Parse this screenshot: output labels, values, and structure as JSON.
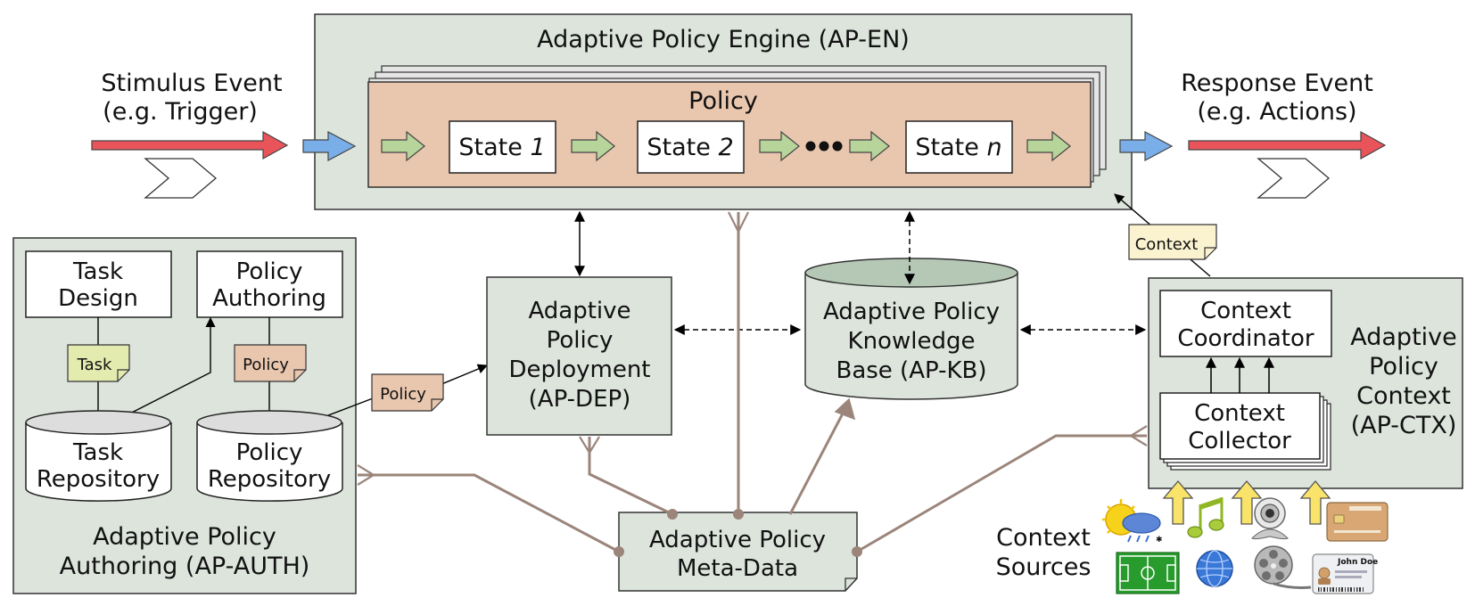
{
  "engine": {
    "title": "Adaptive Policy Engine (AP-EN)",
    "policy_label": "Policy",
    "states": [
      {
        "prefix": "State ",
        "index": "1"
      },
      {
        "prefix": "State ",
        "index": "2"
      },
      {
        "prefix": "State ",
        "index": "n"
      }
    ]
  },
  "stimulus": {
    "line1": "Stimulus Event",
    "line2": "(e.g. Trigger)"
  },
  "response": {
    "line1": "Response Event",
    "line2": "(e.g. Actions)"
  },
  "authoring": {
    "title_line1": "Adaptive Policy",
    "title_line2": "Authoring (AP-AUTH)",
    "task_design": [
      "Task",
      "Design"
    ],
    "policy_authoring": [
      "Policy",
      "Authoring"
    ],
    "task_note": "Task",
    "policy_note": "Policy",
    "task_repo": [
      "Task",
      "Repository"
    ],
    "policy_repo": [
      "Policy",
      "Repository"
    ]
  },
  "policy_note_floating": "Policy",
  "deployment": {
    "lines": [
      "Adaptive",
      "Policy",
      "Deployment",
      "(AP-DEP)"
    ]
  },
  "knowledge_base": {
    "lines": [
      "Adaptive Policy",
      "Knowledge",
      "Base (AP-KB)"
    ]
  },
  "context_note": "Context",
  "context": {
    "coordinator": [
      "Context",
      "Coordinator"
    ],
    "collector": [
      "Context",
      "Collector"
    ],
    "title_lines": [
      "Adaptive",
      "Policy",
      "Context",
      "(AP-CTX)"
    ]
  },
  "metadata": {
    "lines": [
      "Adaptive Policy",
      "Meta-Data"
    ]
  },
  "context_sources": {
    "lines": [
      "Context",
      "Sources"
    ],
    "icons": [
      "weather-icon",
      "music-icon",
      "webcam-icon",
      "credit-card-icon",
      "soccer-field-icon",
      "globe-icon",
      "film-reel-icon",
      "id-card-icon"
    ],
    "id_card_name": "John Doe"
  },
  "colors": {
    "panel_fill": "#dce4dc",
    "policy_fill": "#e9c6ae",
    "stimulus_arrow": "#e8545a",
    "blue_arrow": "#7aaee8",
    "green_arrow": "#b7d49a",
    "connector": "#9b857a",
    "task_note": "#e3ebaf",
    "policy_note": "#e9c6ae",
    "context_note": "#fbf3d0",
    "yellow_arrow": "#f9e36a"
  }
}
